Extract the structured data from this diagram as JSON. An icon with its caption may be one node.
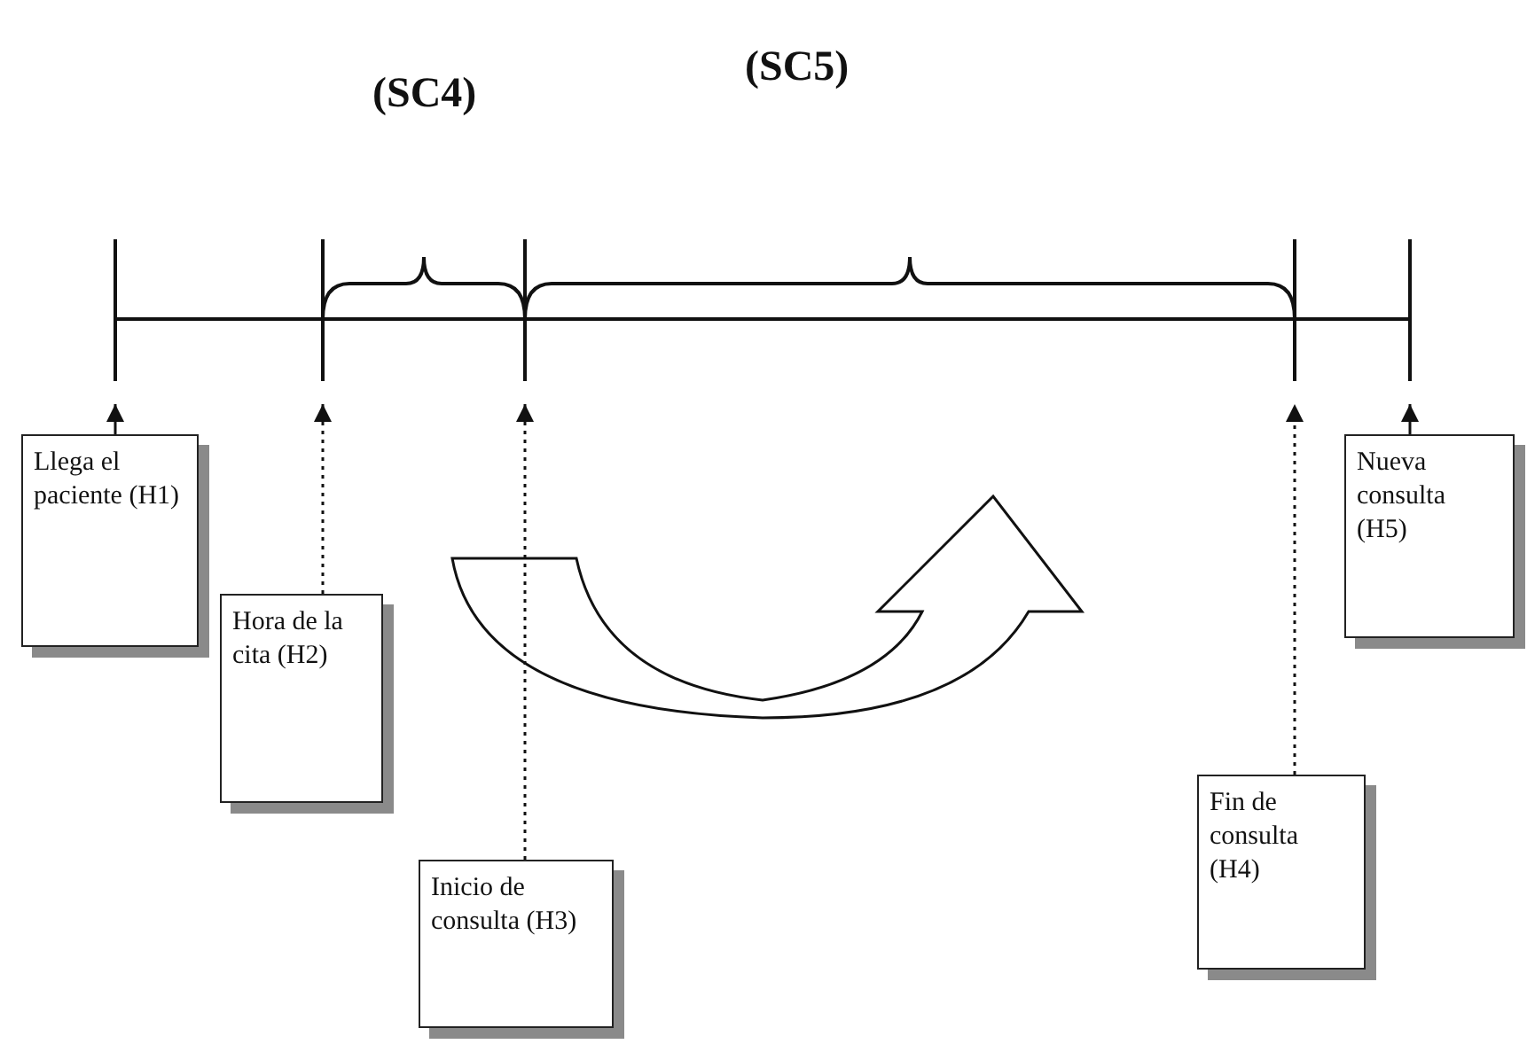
{
  "diagram": {
    "nodes": [
      {
        "text": [
          "Llega el paciente (H1)"
        ]
      },
      {
        "text": [
          "Hora de la cita (H2)"
        ]
      },
      {
        "text": [
          "Inicio de consulta (H3)"
        ]
      },
      {
        "text": [
          "Fin de consulta (H4)"
        ]
      },
      {
        "text": [
          "Nueva consulta (H5)"
        ]
      }
    ],
    "edges": [
      {
        "from": 0,
        "to": null,
        "arrow": "to"
      },
      {
        "from": 1,
        "to": null,
        "arrow": "to",
        "style": "dashed"
      },
      {
        "from": 2,
        "to": null,
        "arrow": "to",
        "style": "dashed"
      },
      {
        "from": 3,
        "to": null,
        "arrow": "to",
        "style": "dashed"
      },
      {
        "from": 4,
        "to": null,
        "arrow": "to"
      }
    ],
    "labels": [
      "(SC4)",
      "(SC5)"
    ]
  }
}
